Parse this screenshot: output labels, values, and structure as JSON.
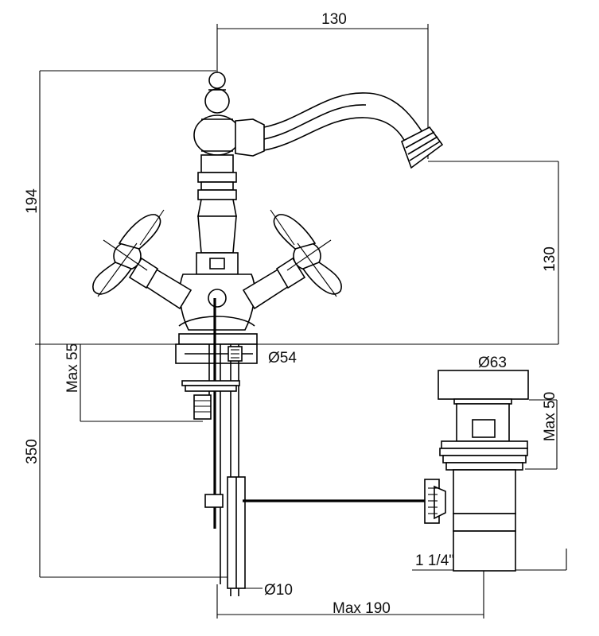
{
  "dimensions": {
    "spout_reach": "130",
    "overall_height": "194",
    "spout_height": "130",
    "max_deck": "Max 55",
    "base_diameter": "Ø54",
    "hose_length": "350",
    "waste_diameter": "Ø63",
    "waste_max": "Max 50",
    "waste_thread": "1 1/4\"",
    "rod_diameter": "Ø10",
    "rod_max": "Max 190"
  }
}
